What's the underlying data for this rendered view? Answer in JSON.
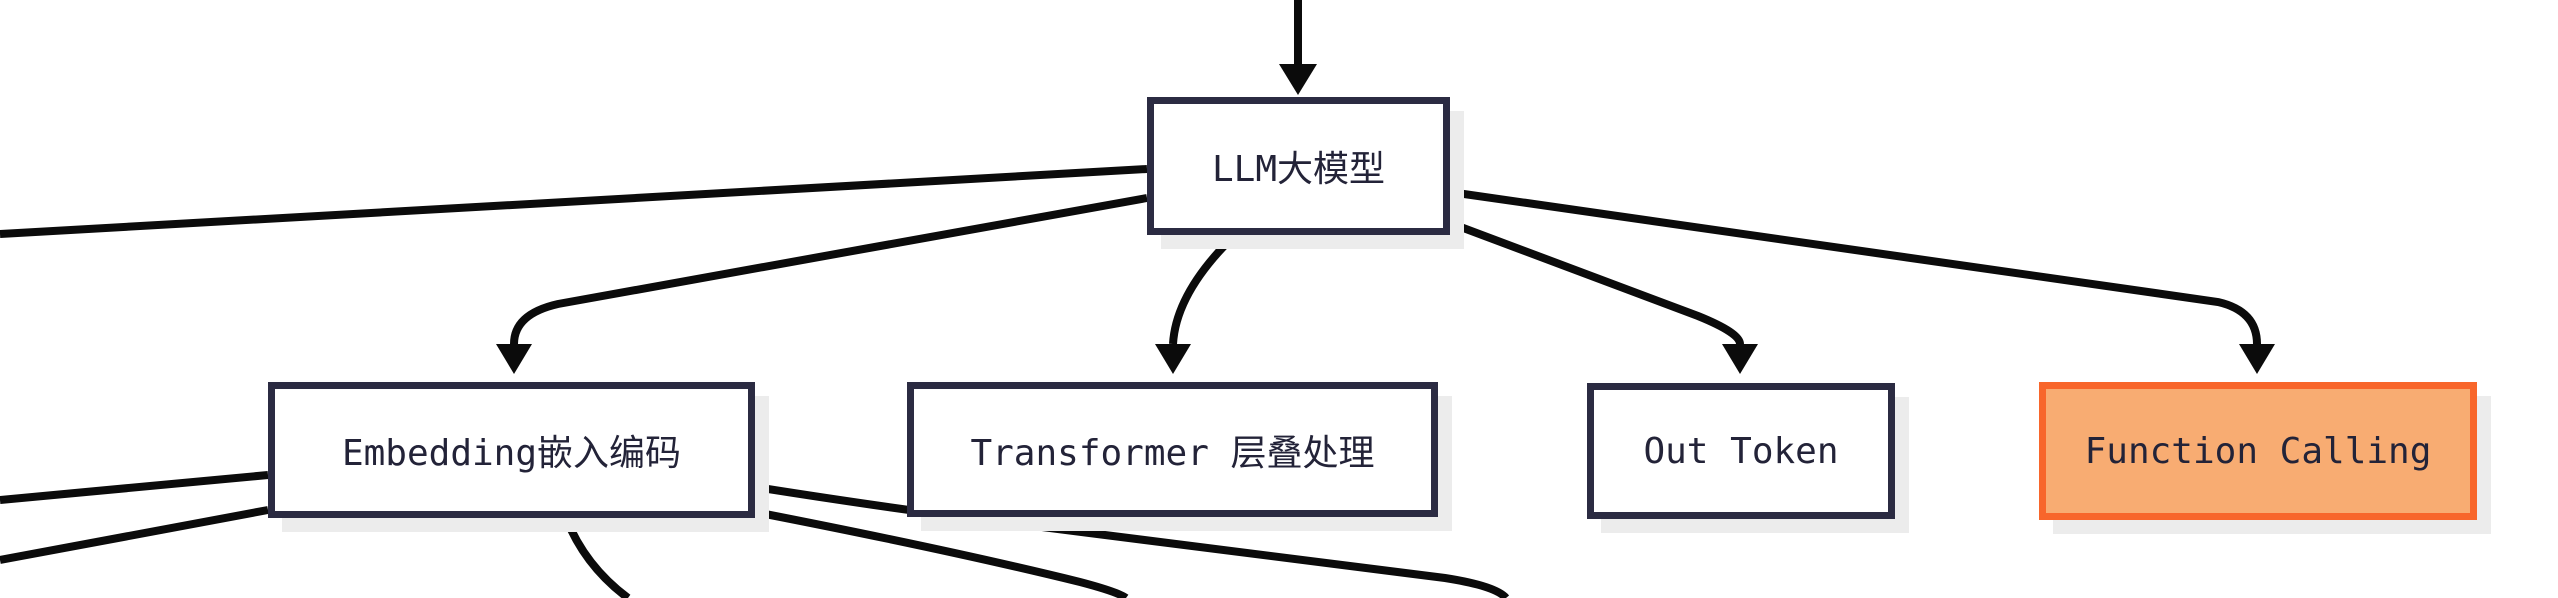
{
  "diagram": {
    "type": "flowchart",
    "background_color": "#ffffff",
    "colors": {
      "node_border": "#2b2b42",
      "node_fill": "#ffffff",
      "node_text": "#232338",
      "highlight_border": "#f8662b",
      "highlight_fill": "#f8ac72",
      "edge_stroke": "#0b0b0b",
      "node_shadow": "#ececec"
    },
    "nodes": [
      {
        "id": "llm",
        "label": "LLM大模型",
        "style": "default"
      },
      {
        "id": "embedding",
        "label": "Embedding嵌入编码",
        "style": "default"
      },
      {
        "id": "transformer",
        "label": "Transformer 层叠处理",
        "style": "default"
      },
      {
        "id": "out-token",
        "label": "Out Token",
        "style": "default"
      },
      {
        "id": "function-calling",
        "label": "Function Calling",
        "style": "highlighted"
      }
    ],
    "edges": [
      {
        "from": "offscreen-top",
        "to": "llm",
        "arrow": true
      },
      {
        "from": "llm",
        "to": "embedding",
        "arrow": true
      },
      {
        "from": "llm",
        "to": "transformer",
        "arrow": true
      },
      {
        "from": "llm",
        "to": "out-token",
        "arrow": true
      },
      {
        "from": "llm",
        "to": "function-calling",
        "arrow": true
      },
      {
        "from": "llm",
        "to": "offscreen-left",
        "arrow": false
      },
      {
        "from": "embedding",
        "to": "offscreen-left-upper",
        "arrow": false
      },
      {
        "from": "embedding",
        "to": "offscreen-left-lower",
        "arrow": false
      },
      {
        "from": "embedding",
        "to": "offscreen-bottom-center",
        "arrow": false
      },
      {
        "from": "embedding",
        "to": "offscreen-bottom-right-far",
        "arrow": false
      },
      {
        "from": "embedding",
        "to": "offscreen-bottom-right-near",
        "arrow": false
      }
    ]
  }
}
